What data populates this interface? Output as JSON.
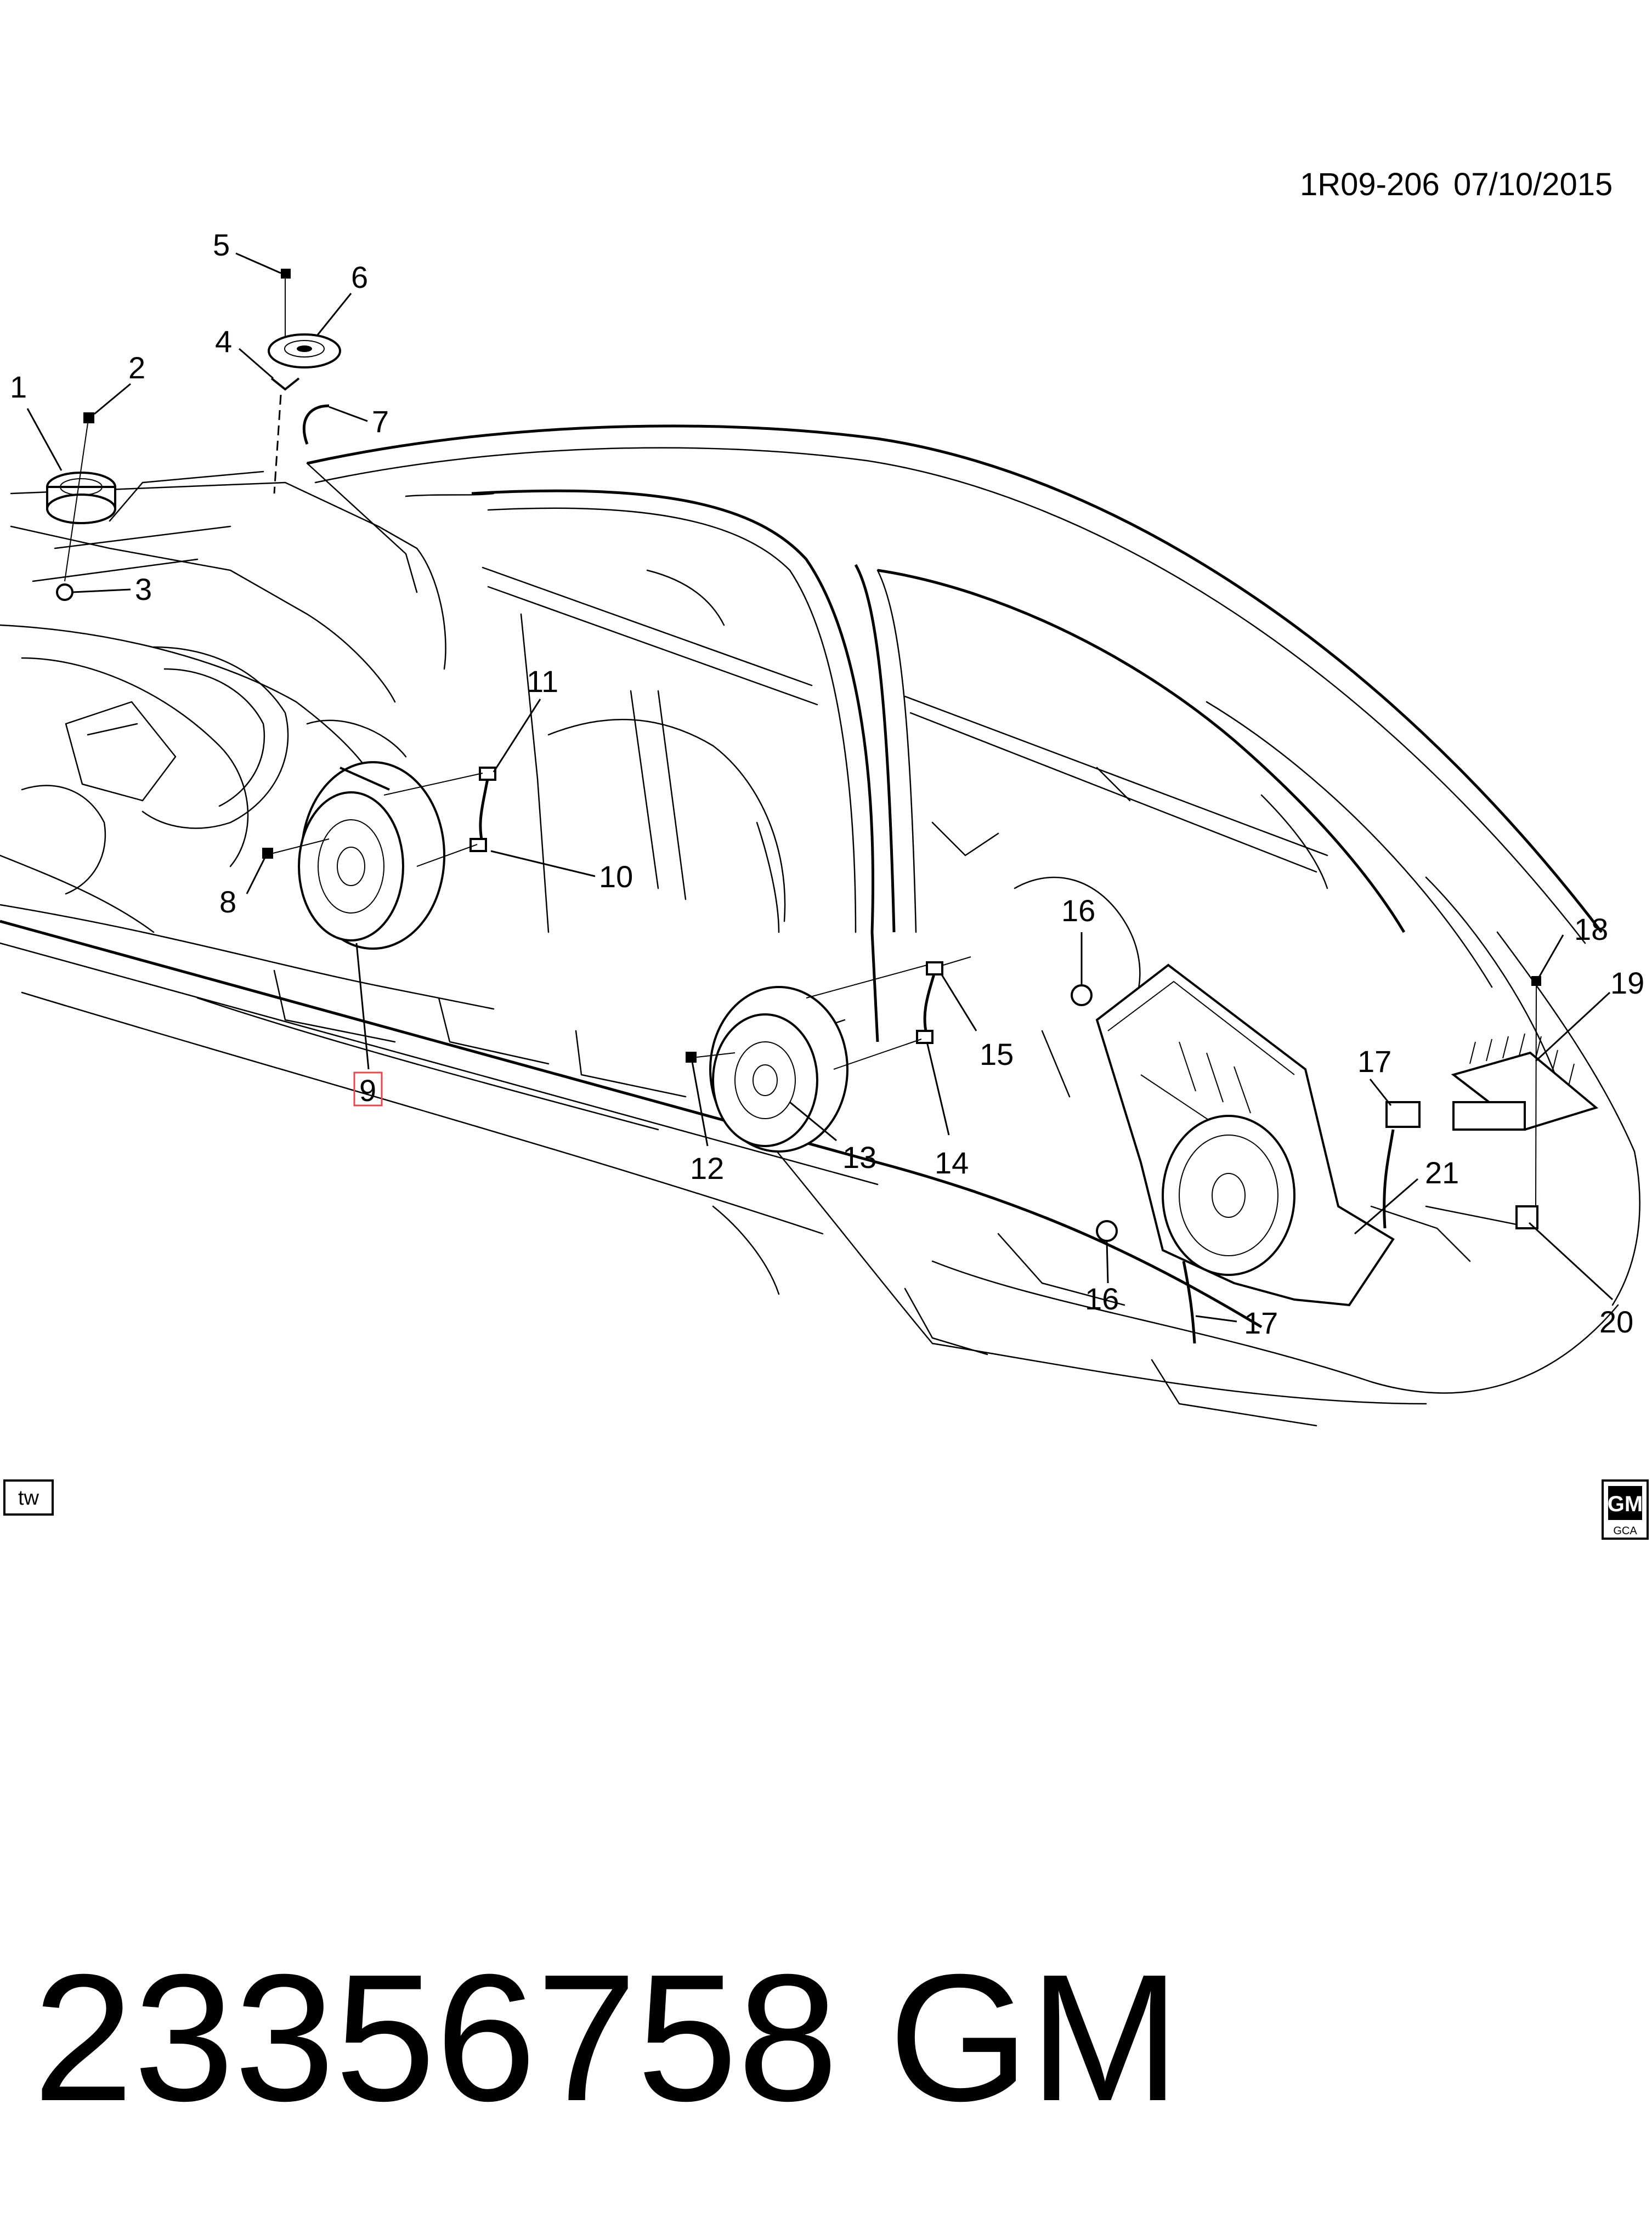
{
  "header": {
    "code": "1R09-206",
    "date": "07/10/2015"
  },
  "callouts": [
    {
      "id": "c1",
      "label": "1"
    },
    {
      "id": "c2",
      "label": "2"
    },
    {
      "id": "c3",
      "label": "3"
    },
    {
      "id": "c4",
      "label": "4"
    },
    {
      "id": "c5",
      "label": "5"
    },
    {
      "id": "c6",
      "label": "6"
    },
    {
      "id": "c7",
      "label": "7"
    },
    {
      "id": "c8",
      "label": "8"
    },
    {
      "id": "c9",
      "label": "9",
      "highlight": "#e8474c"
    },
    {
      "id": "c10",
      "label": "10"
    },
    {
      "id": "c11",
      "label": "11"
    },
    {
      "id": "c12",
      "label": "12"
    },
    {
      "id": "c13",
      "label": "13"
    },
    {
      "id": "c14",
      "label": "14"
    },
    {
      "id": "c15",
      "label": "15"
    },
    {
      "id": "c16a",
      "label": "16"
    },
    {
      "id": "c16b",
      "label": "16"
    },
    {
      "id": "c17a",
      "label": "17"
    },
    {
      "id": "c17b",
      "label": "17"
    },
    {
      "id": "c18",
      "label": "18"
    },
    {
      "id": "c19",
      "label": "19"
    },
    {
      "id": "c20",
      "label": "20"
    },
    {
      "id": "c21",
      "label": "21"
    }
  ],
  "badges": {
    "left": "tw",
    "right_top": "GM",
    "right_bottom": "GCA"
  },
  "footer": {
    "part_number": "23356758",
    "brand": "GM"
  }
}
